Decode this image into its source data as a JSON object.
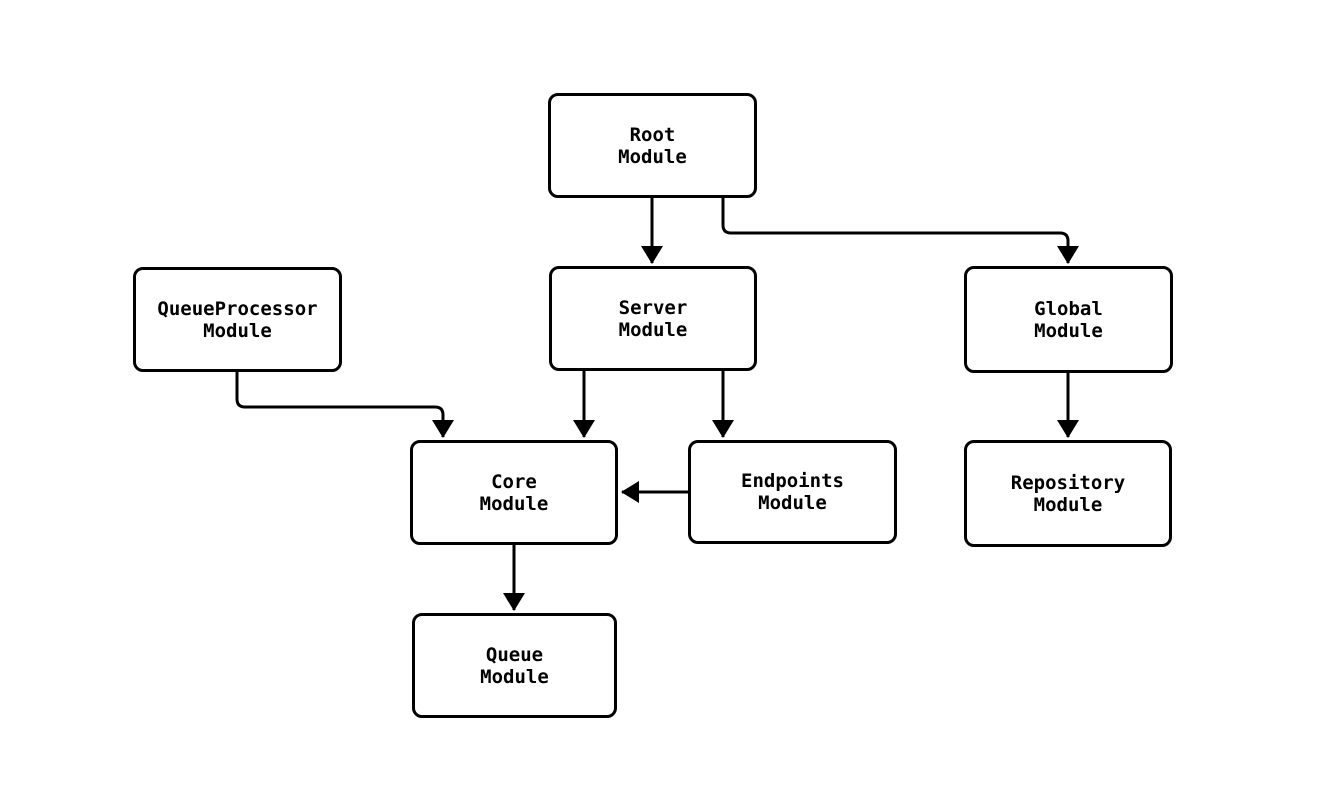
{
  "diagram": {
    "background_color": "#ffffff",
    "line_color": "#000000",
    "node_fill_color": "#ffffff",
    "nodes": [
      {
        "id": "root",
        "label": "Root\nModule"
      },
      {
        "id": "server",
        "label": "Server\nModule"
      },
      {
        "id": "global",
        "label": "Global\nModule"
      },
      {
        "id": "queue_processor",
        "label": "QueueProcessor\nModule"
      },
      {
        "id": "core",
        "label": "Core\nModule"
      },
      {
        "id": "endpoints",
        "label": "Endpoints\nModule"
      },
      {
        "id": "repository",
        "label": "Repository\nModule"
      },
      {
        "id": "queue",
        "label": "Queue\nModule"
      }
    ],
    "edges": [
      {
        "from": "root",
        "to": "server"
      },
      {
        "from": "root",
        "to": "global"
      },
      {
        "from": "queue_processor",
        "to": "core"
      },
      {
        "from": "server",
        "to": "core"
      },
      {
        "from": "server",
        "to": "endpoints"
      },
      {
        "from": "endpoints",
        "to": "core"
      },
      {
        "from": "global",
        "to": "repository"
      },
      {
        "from": "core",
        "to": "queue"
      }
    ]
  }
}
